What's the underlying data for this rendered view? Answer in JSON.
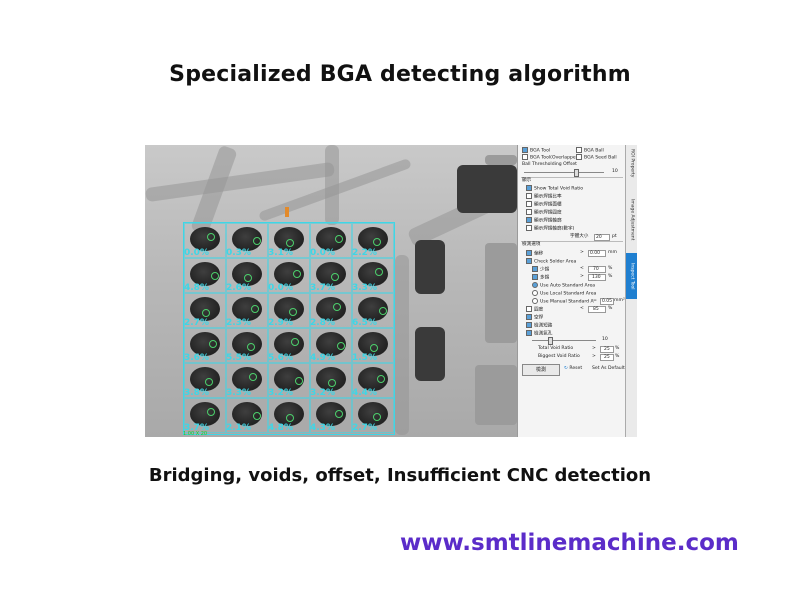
{
  "title": "Specialized BGA detecting algorithm",
  "subtitle": "Bridging, voids, offset, Insufficient CNC detection",
  "url": "www.smtlinemachine.com",
  "xray": {
    "void_percentages": [
      [
        "0.0%",
        "0.3%",
        "3.1%",
        "0.0%",
        "2.2%"
      ],
      [
        "4.8%",
        "2.6%",
        "0.0%",
        "3.7%",
        "3.3%"
      ],
      [
        "2.7%",
        "2.3%",
        "2.9%",
        "2.8%",
        "6.5%"
      ],
      [
        "3.6%",
        "5.5%",
        "5.6%",
        "4.9%",
        "1.5%"
      ],
      [
        "3.8%",
        "3.3%",
        "3.2%",
        "3.2%",
        "4.4%"
      ],
      [
        "3.7%",
        "2.1%",
        "4.8%",
        "4.3%",
        "2.7%"
      ]
    ]
  },
  "panel": {
    "bga_tool": "BGA Tool",
    "bga_tool_overlapped": "BGA Tool(Overlapped)",
    "bga_ball": "BGA Ball",
    "bga_seed_ball": "BGA Seed Ball",
    "ball_threshold_label": "Ball Thresholding Offset",
    "ball_threshold_value": "10",
    "display_section": "顯示",
    "show_total_void": "Show Total Void Ratio",
    "disp_opt_1": "顯示焊錫比率",
    "disp_opt_2": "顯示焊錫面積",
    "disp_opt_3": "顯示焊錫圓度",
    "disp_opt_4": "顯示焊錫輪廓",
    "disp_opt_5": "顯示焊錫輪廓(數字)",
    "font_size_label": "字體大小",
    "font_size_value": "20",
    "font_size_unit": "pt",
    "detect_section": "檢測選項",
    "offset_label": "偏移",
    "offset_op": ">",
    "offset_value": "0.00",
    "offset_unit": "mm",
    "check_solder_area": "Check Solder Area",
    "less_tin_label": "少錫",
    "less_tin_op": "<",
    "less_tin_value": "70",
    "more_tin_label": "多錫",
    "more_tin_op": ">",
    "more_tin_value": "130",
    "radio_auto": "Use Auto Standard Area",
    "radio_local": "Use Local Standard Area",
    "radio_manual": "Use Manual Standard A",
    "manual_op": "=",
    "manual_value": "0.05",
    "manual_unit": "mm²",
    "roundness_label": "圓度",
    "roundness_op": "<",
    "roundness_value": "85",
    "empty_solder_label": "空焊",
    "bridge_label": "檢測短路",
    "bubble_label": "檢測氣孔",
    "bubble_slider_value": "10",
    "total_void_label": "Total Void Ratio",
    "total_void_op": ">",
    "total_void_value": "25",
    "total_void_unit": "%",
    "biggest_void_label": "Biggest Void Ratio",
    "biggest_void_op": ">",
    "biggest_void_value": "25",
    "biggest_void_unit": "%",
    "detect_button": "檢測",
    "reset_button": "Reset",
    "set_default_button": "Set As Default"
  },
  "tabs": [
    "ROI Property",
    "Image Adjustment",
    "Inspect Tool"
  ],
  "coord_readout": "1.00 X 20"
}
